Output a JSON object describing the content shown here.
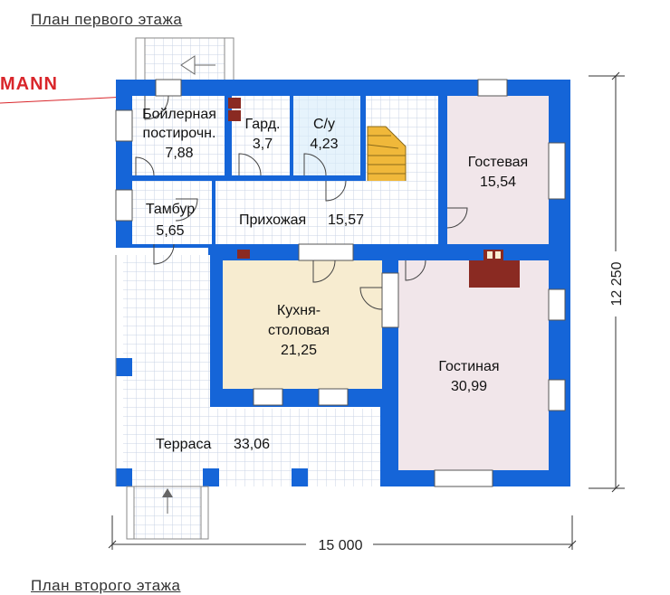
{
  "page": {
    "title": "План первого этажа",
    "next_section": "План второго этажа"
  },
  "brand": {
    "text": "MANN",
    "color": "#d9262b"
  },
  "colors": {
    "wall": "#1565d8",
    "tile": "#ffffff",
    "tile_grid": "#c9d3e4",
    "kitchen": "#f7ecd0",
    "living": "#f1e6ea",
    "bath": "#d9ecfa",
    "stairs": "#f0b83a",
    "fireplace": "#8a2a22"
  },
  "rooms": [
    {
      "id": "boiler",
      "name_line1": "Бойлерная",
      "name_line2": "постирочн.",
      "area": "7,88"
    },
    {
      "id": "wardrobe",
      "name": "Гард.",
      "area": "3,7"
    },
    {
      "id": "bathroom",
      "name": "С/у",
      "area": "4,23"
    },
    {
      "id": "guest",
      "name": "Гостевая",
      "area": "15,54"
    },
    {
      "id": "vestibule",
      "name": "Тамбур",
      "area": "5,65"
    },
    {
      "id": "hallway",
      "name": "Прихожая",
      "area": "15,57"
    },
    {
      "id": "kitchen",
      "name_line1": "Кухня-",
      "name_line2": "столовая",
      "area": "21,25"
    },
    {
      "id": "living",
      "name": "Гостиная",
      "area": "30,99"
    },
    {
      "id": "terrace",
      "name": "Терраса",
      "area": "33,06"
    }
  ],
  "dimensions": {
    "width": "15 000",
    "height": "12 250"
  }
}
